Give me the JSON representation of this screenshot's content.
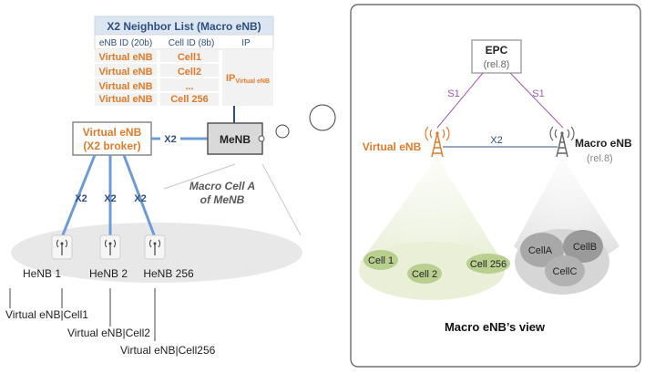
{
  "colors": {
    "orange": "#e07b2a",
    "navy": "#2f4f7f",
    "blue_link": "#6e9bd8",
    "purple": "#9b59b6",
    "table_header_bg": "#dce6f2",
    "table_row_bg": "#f2f2f2",
    "ellipse_bg": "#e8e8e8",
    "green_cell": "#b8cf8f",
    "grey_cell": "#a8a8a8"
  },
  "neighbor_table": {
    "title": "X2 Neighbor List (Macro eNB)",
    "headers": [
      "eNB ID (20b)",
      "Cell ID (8b)",
      "IP"
    ],
    "rows": [
      {
        "enb": "Virtual eNB",
        "cell": "Cell1"
      },
      {
        "enb": "Virtual eNB",
        "cell": "Cell2"
      },
      {
        "enb": "Virtual eNB",
        "cell": "..."
      },
      {
        "enb": "Virtual eNB",
        "cell": "Cell 256"
      }
    ],
    "ip_main": "IP",
    "ip_sub": "Virtual eNB"
  },
  "left": {
    "virtual_enb_line1": "Virtual eNB",
    "virtual_enb_line2": "(X2 broker)",
    "menb": "MeNB",
    "x2_top": "X2",
    "x2_links": [
      "X2",
      "X2",
      "X2"
    ],
    "macro_cell_line1": "Macro Cell A",
    "macro_cell_line2": "of MeNB",
    "henbs": [
      "HeNB 1",
      "HeNB 2",
      "HeNB 256"
    ],
    "henb_labels": [
      "Virtual eNB|Cell1",
      "Virtual eNB|Cell2",
      "Virtual eNB|Cell256"
    ]
  },
  "right": {
    "epc": "EPC",
    "epc_rel": "(rel.8)",
    "s1_left": "S1",
    "s1_right": "S1",
    "x2": "X2",
    "virtual_enb": "Virtual eNB",
    "macro_enb": "Macro eNB",
    "macro_rel": "(rel.8)",
    "virtual_cells": [
      "Cell 1",
      "Cell 2",
      "Cell 256"
    ],
    "macro_cells": [
      "CellA",
      "CellB",
      "CellC"
    ],
    "caption": "Macro eNB’s view"
  }
}
